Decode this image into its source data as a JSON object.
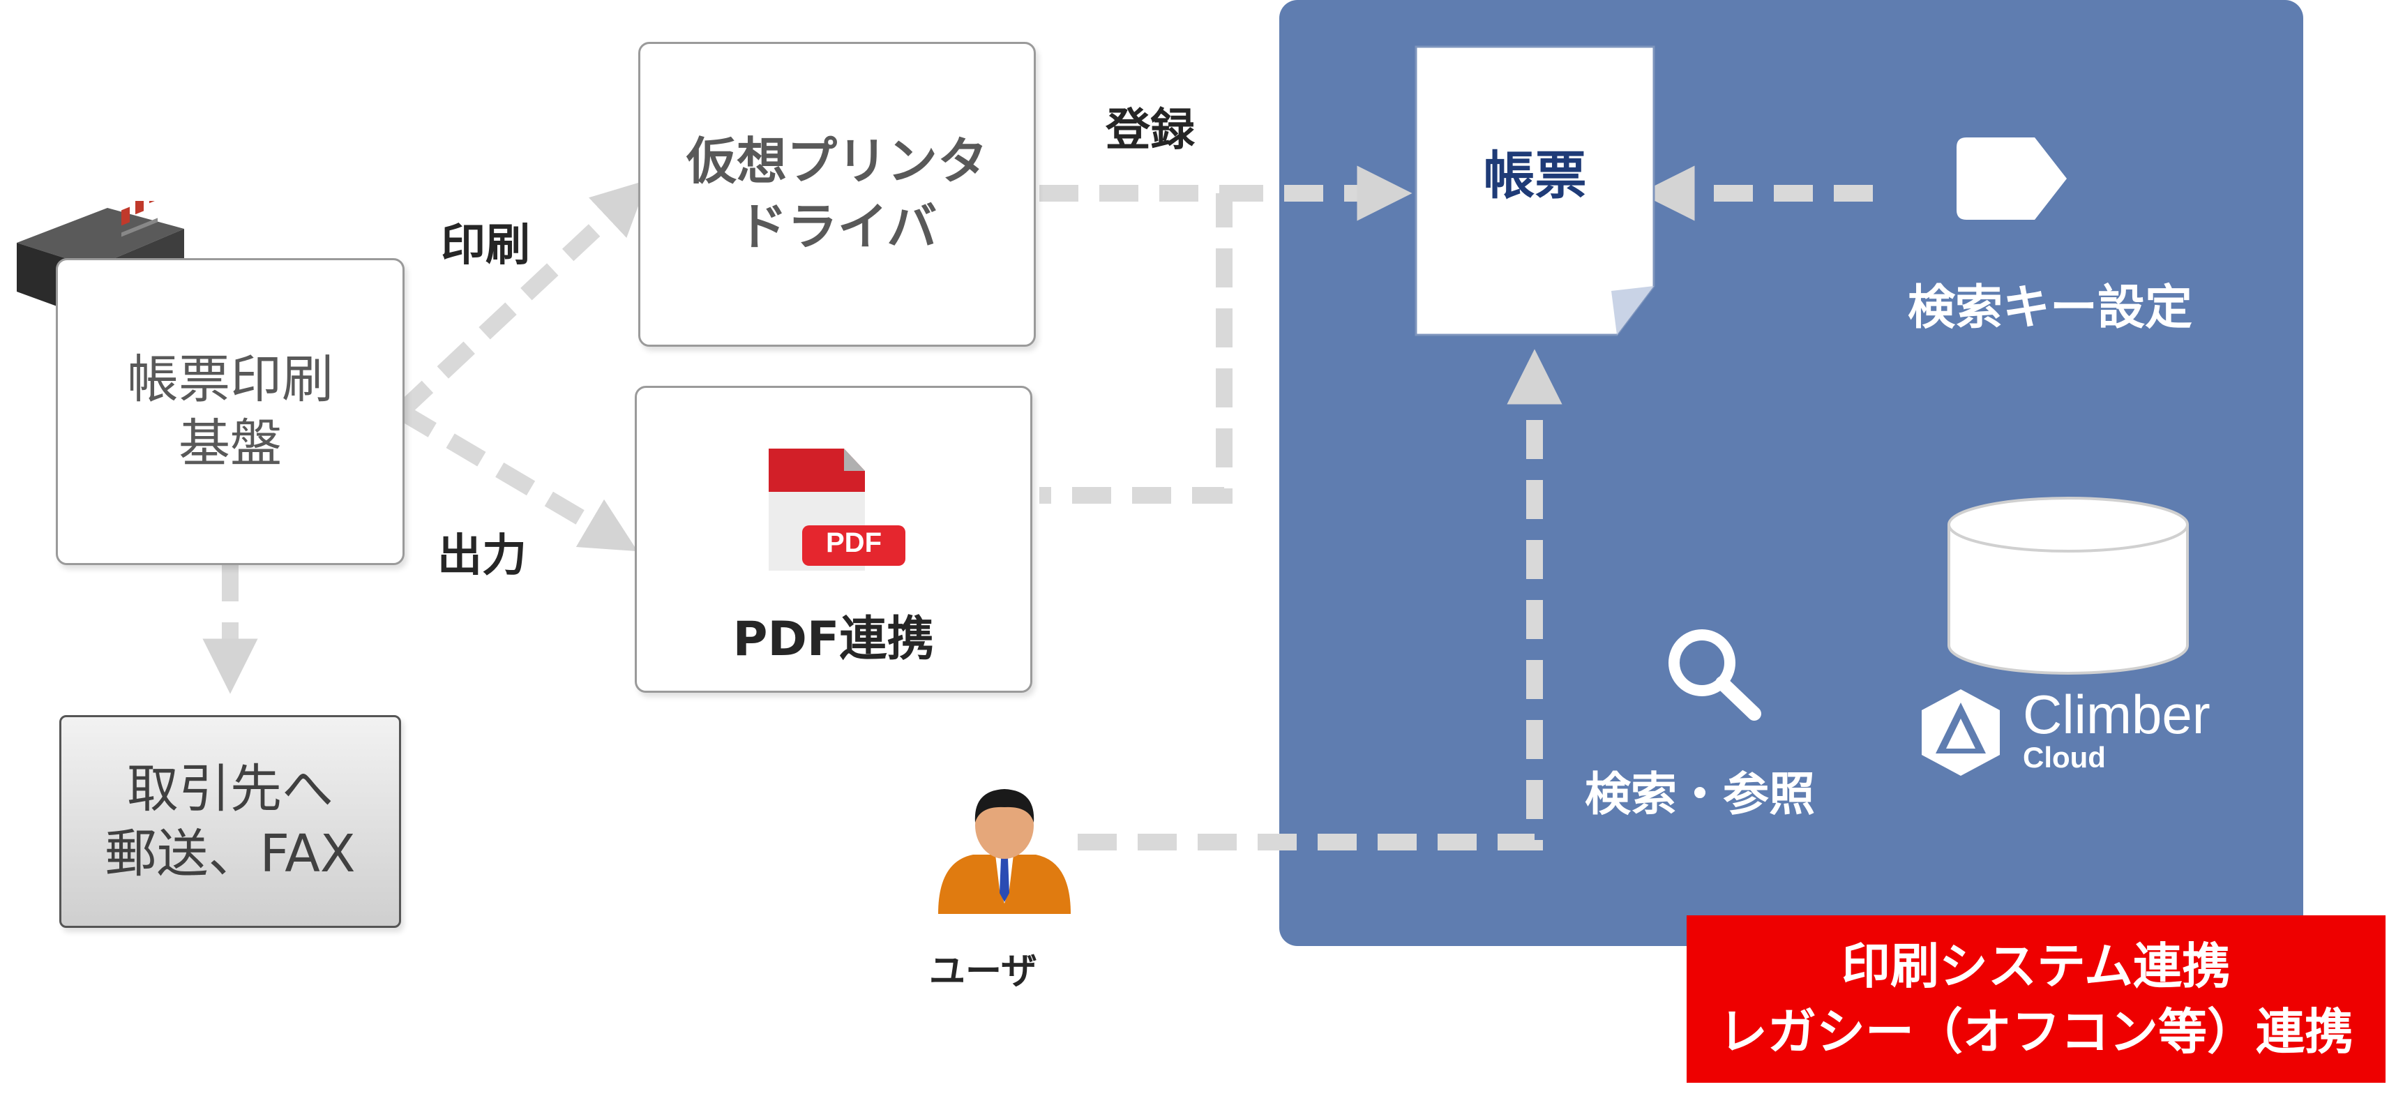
{
  "nodes": {
    "print_platform": [
      "帳票印刷",
      "基盤"
    ],
    "mail_fax": [
      "取引先へ",
      "郵送、FAX"
    ],
    "virtual_printer": [
      "仮想プリンタ",
      "ドライバ"
    ],
    "pdf_link": "PDF連携",
    "document": "帳票",
    "search_key": "検索キー設定",
    "search_view": "検索・参照",
    "user": "ユーザ"
  },
  "edges": {
    "print": "印刷",
    "output": "出力",
    "register": "登録"
  },
  "pdf_icon_text": "PDF",
  "climber_logo": {
    "line1": "Climber",
    "line2": "Cloud"
  },
  "banner": {
    "line1": "印刷システム連携",
    "line2": "レガシー（オフコン等）連携",
    "color": "#ee0000"
  },
  "colors": {
    "panel": "#5f7db0",
    "dash_light": "#d9d9d9",
    "dash_dark": "#cccccc"
  }
}
